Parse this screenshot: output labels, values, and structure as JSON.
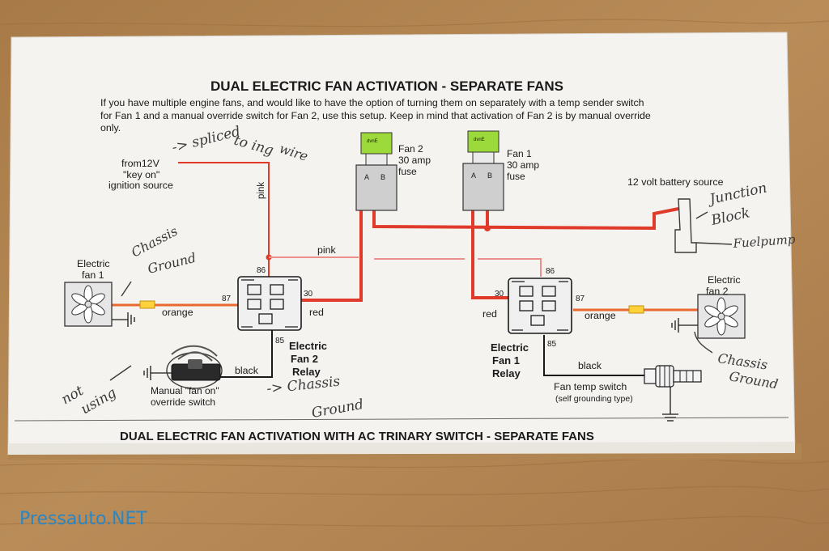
{
  "document": {
    "title": "DUAL ELECTRIC FAN ACTIVATION - SEPARATE FANS",
    "intro_lines": [
      "If you have multiple engine fans, and would like to have the option of turning them on separately with a temp sender switch",
      "for Fan 1 and a manual override switch for Fan 2, use this setup. Keep in mind that activation of Fan 2 is by manual override",
      "only."
    ],
    "next_title": "DUAL ELECTRIC FAN ACTIVATION WITH AC TRINARY SWITCH - SEPARATE FANS"
  },
  "labels": {
    "ignition_source": [
      "from12V",
      "\"key on\"",
      "ignition source"
    ],
    "fan2_fuse": [
      "Fan 2",
      "30 amp",
      "fuse"
    ],
    "fan1_fuse": [
      "Fan 1",
      "30 amp",
      "fuse"
    ],
    "battery_source": "12 volt battery source",
    "fuse_pin_a": "A",
    "fuse_pin_b": "B",
    "fuse_tag": "dvnE",
    "wire_pink": "pink",
    "wire_orange": "orange",
    "wire_red": "red",
    "wire_black": "black",
    "fan1": [
      "Electric",
      "fan 1"
    ],
    "fan2": [
      "Electric",
      "fan 2"
    ],
    "relay2": [
      "Electric",
      "Fan 2",
      "Relay"
    ],
    "relay1": [
      "Electric",
      "Fan 1",
      "Relay"
    ],
    "pin_86": "86",
    "pin_87": "87",
    "pin_30": "30",
    "pin_85": "85",
    "manual_switch": [
      "Manual \"fan on\"",
      "override switch"
    ],
    "temp_switch": "Fan temp switch",
    "temp_switch_note": "(self grounding type)"
  },
  "handwritten": {
    "spliced": "-> spliced",
    "to_ign": "to ing",
    "wire": "wire",
    "chassis_ground_1": [
      "Chassis",
      "Ground"
    ],
    "junction": [
      "Junction",
      "Block"
    ],
    "fuelpump": "Fuelpump",
    "chassis_ground_2": [
      "Chassis",
      "Ground"
    ],
    "chassis_ground_3": [
      "-> Chassis",
      "Ground"
    ],
    "not_using": [
      "not",
      "using"
    ]
  },
  "watermark": "Pressauto.NET",
  "colors": {
    "wire_red": "#e03a2a",
    "wire_pink": "#ec8f8a",
    "wire_orange": "#e9692e",
    "fuse_green": "#9cd93a",
    "fuse_connector": "#cfcfcf",
    "fuse_block": "#ffff3a",
    "paper": "#f4f3ef",
    "wood": "#b08552",
    "watermark": "#2b86c4",
    "ink": "#1a1a1a",
    "pencil": "#3a3a3a"
  }
}
